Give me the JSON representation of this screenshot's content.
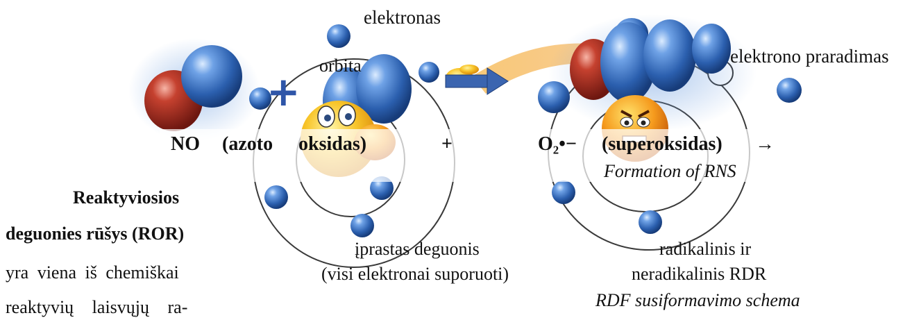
{
  "labels": {
    "electron": "elektronas",
    "orbit": "orbita",
    "electron_loss": "elektrono praradimas",
    "ordinary_oxygen_line1": "įprastas deguonis",
    "ordinary_oxygen_line2": "(visi elektronai suporuoti)",
    "radical_line1": "radikalinis ir",
    "radical_line2": "neradikalinis RDR",
    "scheme_caption": "RDF susiformavimo schema"
  },
  "equation": {
    "part1": "NO",
    "part2": "(azoto",
    "part3": "oksidas)",
    "plus": "+",
    "part4": "O₂•−",
    "part5": "(superoksidas)",
    "arrow": "→",
    "result": "Formation of RNS"
  },
  "body_text": {
    "heading_line1": "Reaktyviosios",
    "heading_line2": "deguonies rūšys (ROR)",
    "line1": "yra viena iš chemiškai",
    "line2": "reaktyvių laisvųjų ra-"
  },
  "icons": {
    "plus_symbol": "+",
    "smiley_happy": "smiley-thumbs-up-icon",
    "smiley_angry": "angry-smiley-icon",
    "hand_pointer": "pointing-hand-icon",
    "arrow": "blue-arrow-icon"
  },
  "colors": {
    "electron_blue": "#3f78c9",
    "oxygen_red": "#a82a22",
    "arrow_blue": "#3b65b0",
    "smiley_yellow": "#f5b21f"
  }
}
